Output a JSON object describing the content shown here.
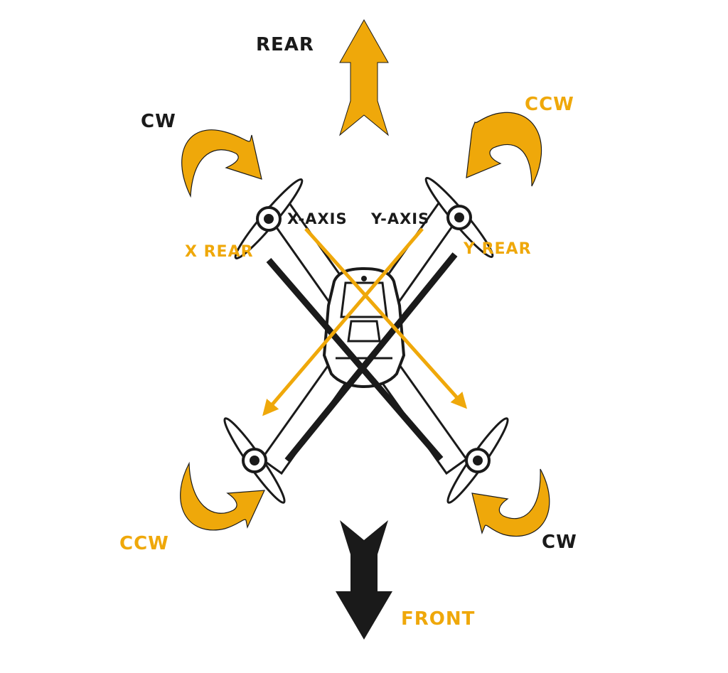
{
  "colors": {
    "accent": "#EFA80A",
    "ink": "#1A1A1A",
    "background": "#FFFFFF"
  },
  "labels": {
    "rear": "REAR",
    "front": "FRONT",
    "cw_top_left": "CW",
    "ccw_top_right": "CCW",
    "ccw_bottom_left": "CCW",
    "cw_bottom_right": "CW",
    "x_axis": "X-AXIS",
    "y_axis": "Y-AXIS",
    "x_rear": "X REAR",
    "y_rear": "Y REAR"
  },
  "icons": {
    "rear_arrow": "arrow-up-icon",
    "front_arrow": "arrow-down-icon",
    "rotation": "curved-rotation-arrow-icon",
    "propeller": "propeller-icon",
    "drone": "quadcopter-icon"
  }
}
